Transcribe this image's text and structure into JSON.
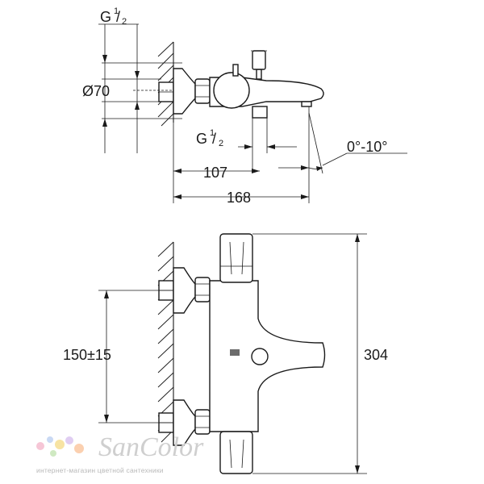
{
  "top_view": {
    "thread_top": {
      "base": "G",
      "sup": "1",
      "frac": "/",
      "sub": "2"
    },
    "diameter": "Ø70",
    "thread_bottom": {
      "base": "G",
      "sup": "1",
      "frac": "/",
      "sub": "2"
    },
    "angle": "0°-10°",
    "dim_107": "107",
    "dim_168": "168"
  },
  "front_view": {
    "dim_150": "150±15",
    "dim_304": "304"
  },
  "watermark": {
    "brand": "SanColor",
    "tagline": "интернет-магазин цветной сантехники",
    "dot_colors": [
      "#f6c6d6",
      "#c9d9f4",
      "#f7e3a3",
      "#cfe9c2",
      "#e0cdf2",
      "#fbd0b0"
    ]
  }
}
